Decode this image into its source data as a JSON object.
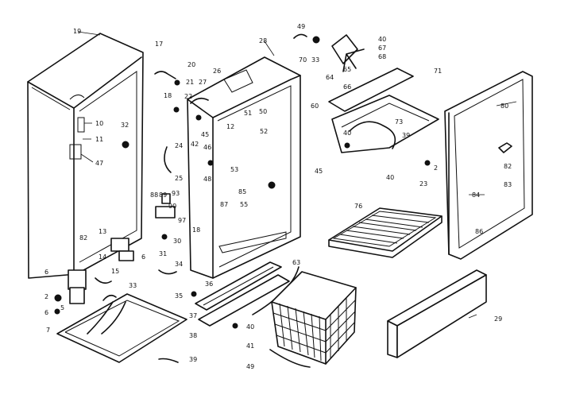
{
  "diagram": {
    "labels": {
      "l19": "19",
      "l17": "17",
      "l20": "20",
      "l21": "21",
      "l18a": "18",
      "l22": "22",
      "l27": "27",
      "l26": "26",
      "l28": "28",
      "l10": "10",
      "l11": "11",
      "l47": "47",
      "l32": "32",
      "l45": "45",
      "l12": "12",
      "l51": "51",
      "l50": "50",
      "l42": "42",
      "l46": "46",
      "l52": "52",
      "l24": "24",
      "l25": "25",
      "l48": "48",
      "l53": "53",
      "l45b": "45",
      "l85": "85",
      "l87": "87",
      "l55": "55",
      "l88": "88",
      "l89": "89",
      "l93": "93",
      "l90": "90",
      "l97": "97",
      "l18b": "18",
      "l30": "30",
      "l31": "31",
      "l34": "34",
      "l13": "13",
      "l82a": "82",
      "l14": "14",
      "l6a": "6",
      "l6b": "6",
      "l15": "15",
      "l33a": "33",
      "l2a": "2",
      "l5": "5",
      "l6c": "6",
      "l7": "7",
      "l36": "36",
      "l35": "35",
      "l37": "37",
      "l38": "38",
      "l39": "39",
      "l40a": "40",
      "l41": "41",
      "l49a": "49",
      "l63": "63",
      "l49b": "49",
      "l70": "70",
      "l33b": "33",
      "l40b": "40",
      "l67": "67",
      "l68": "68",
      "l65": "65",
      "l64": "64",
      "l66": "66",
      "l71": "71",
      "l60": "60",
      "l40c": "40",
      "l73": "73",
      "l39b": "39",
      "l2b": "2",
      "l40d": "40",
      "l23": "23",
      "l76": "76",
      "l80": "80",
      "l82b": "82",
      "l83": "83",
      "l84": "84",
      "l86": "86",
      "l29": "29"
    }
  }
}
